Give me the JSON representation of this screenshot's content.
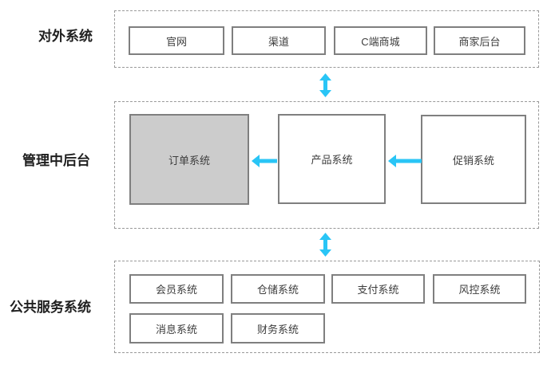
{
  "colors": {
    "accent": "#29c5f6",
    "box_border": "#7f7f7f",
    "group_border": "#999999",
    "highlight_fill": "#cccccc",
    "label_text": "#1f1f1f",
    "box_text": "#3d3d3d"
  },
  "layers": [
    {
      "label": "对外系统",
      "boxes": [
        {
          "label": "官网"
        },
        {
          "label": "渠道"
        },
        {
          "label": "C端商城"
        },
        {
          "label": "商家后台"
        }
      ]
    },
    {
      "label": "管理中后台",
      "boxes": [
        {
          "label": "订单系统",
          "highlighted": true
        },
        {
          "label": "产品系统",
          "highlighted": false
        },
        {
          "label": "促销系统",
          "highlighted": false
        }
      ]
    },
    {
      "label": "公共服务系统",
      "boxes": [
        {
          "label": "会员系统"
        },
        {
          "label": "仓储系统"
        },
        {
          "label": "支付系统"
        },
        {
          "label": "风控系统"
        },
        {
          "label": "消息系统"
        },
        {
          "label": "财务系统"
        }
      ]
    }
  ],
  "connections": [
    {
      "type": "bidirectional-vertical",
      "between": [
        "对外系统",
        "管理中后台"
      ]
    },
    {
      "type": "bidirectional-vertical",
      "between": [
        "管理中后台",
        "公共服务系统"
      ]
    },
    {
      "type": "arrow-left",
      "from": "产品系统",
      "to": "订单系统"
    },
    {
      "type": "arrow-left",
      "from": "促销系统",
      "to": "产品系统"
    }
  ]
}
